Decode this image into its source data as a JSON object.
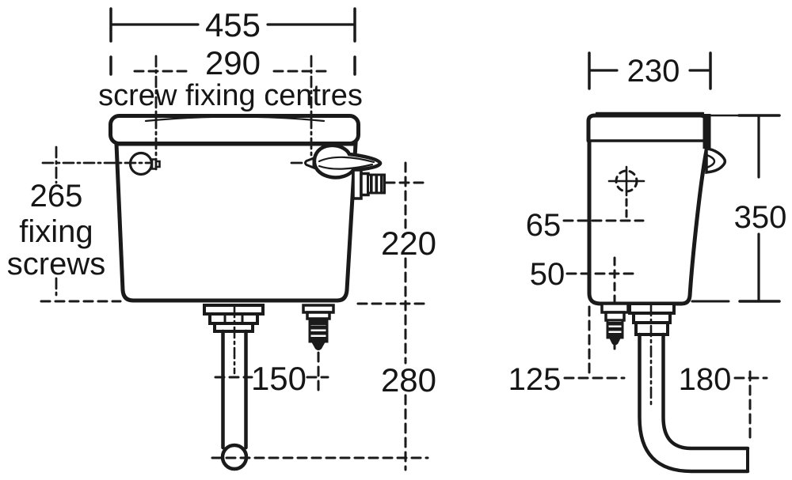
{
  "page": {
    "background": "#ffffff",
    "line_color": "#1a1a1a",
    "text_color": "#161616",
    "subject": "cistern technical drawing, front and side elevations with dimensions"
  },
  "front_view": {
    "labels": {
      "screw_fixing_centres": "screw fixing centres",
      "fixing_screws_value": "265",
      "fixing_screws_line1": "fixing",
      "fixing_screws_line2": "screws"
    },
    "dimensions": {
      "overall_width": "455",
      "screw_fixing_centres_width": "290",
      "side_inlet_height": "220",
      "flush_pipe_to_inlet_offset": "150",
      "flush_pipe_drop": "280"
    }
  },
  "side_view": {
    "dimensions": {
      "overall_depth": "230",
      "overall_height": "350",
      "fixing_screw_depth": "65",
      "bottom_inlet_depth": "50",
      "flush_pipe_offset_from_wall": "125",
      "outlet_horizontal_run": "180"
    }
  }
}
